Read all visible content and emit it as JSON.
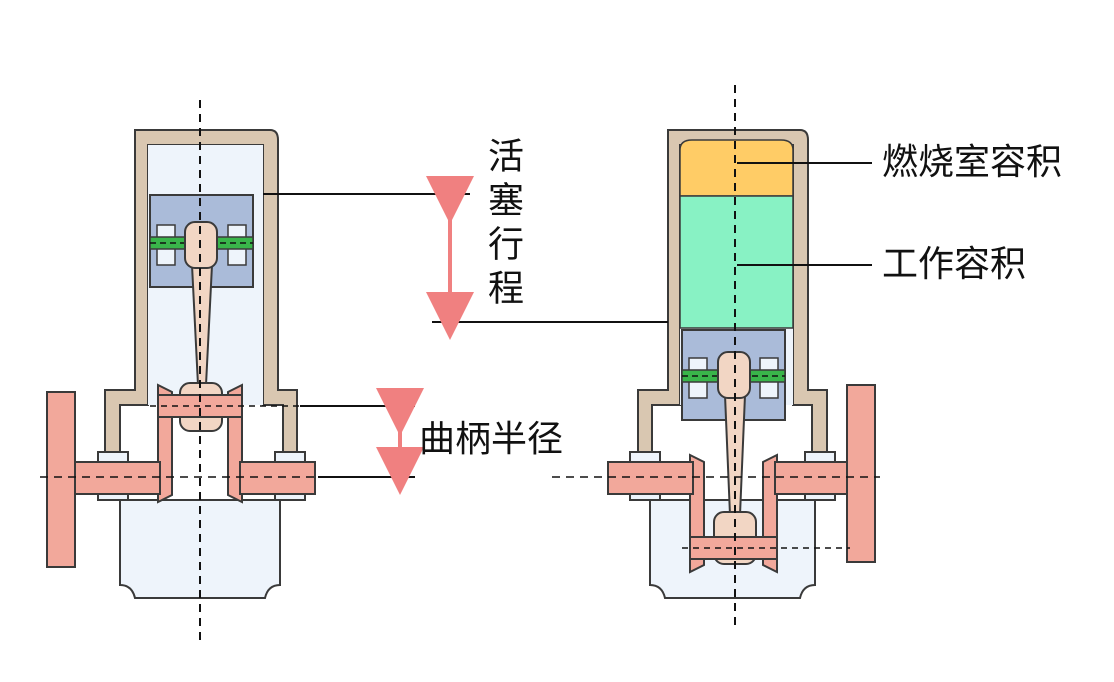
{
  "labels": {
    "piston_stroke": "活塞行程",
    "crank_radius": "曲柄半径",
    "combustion_chamber_volume": "燃烧室容积",
    "working_volume": "工作容积"
  },
  "colors": {
    "cylinder_wall": "#d9c7b1",
    "cylinder_outline": "#3a3a3a",
    "cylinder_inner": "#eef4fb",
    "piston": "#aabbd9",
    "pin_band": "#39b54a",
    "rod": "#f2d6c4",
    "crank": "#f2a89b",
    "combustion_chamber": "#ffcc66",
    "working_volume": "#88f2c4",
    "arrow": "#f08080"
  }
}
